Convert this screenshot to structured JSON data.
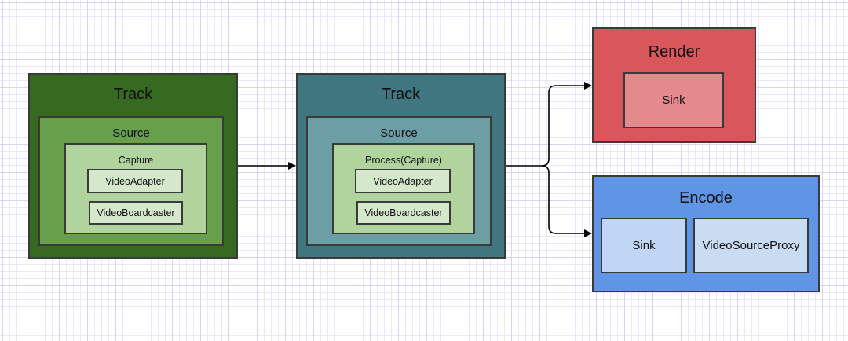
{
  "diagram": {
    "track1": {
      "title": "Track",
      "source": {
        "title": "Source",
        "inner": {
          "title": "Capture",
          "items": [
            "VideoAdapter",
            "VideoBoardcaster"
          ]
        }
      }
    },
    "track2": {
      "title": "Track",
      "source": {
        "title": "Source",
        "inner": {
          "title": "Process(Capture)",
          "items": [
            "VideoAdapter",
            "VideoBoardcaster"
          ]
        }
      }
    },
    "render": {
      "title": "Render",
      "items": [
        "Sink"
      ]
    },
    "encode": {
      "title": "Encode",
      "items": [
        "Sink",
        "VideoSourceProxy"
      ]
    },
    "edges": [
      {
        "from": "track1",
        "to": "track2"
      },
      {
        "from": "track2",
        "to": "render"
      },
      {
        "from": "track2",
        "to": "encode"
      }
    ],
    "colors": {
      "track1_outer": "#356a20",
      "track1_source": "#679f4b",
      "capture_fill": "#b1d49e",
      "item_fill": "#d6e8cc",
      "track2_outer": "#3f7680",
      "track2_source": "#6c9ea6",
      "render_outer": "#d9575a",
      "render_sink": "#e58a8c",
      "encode_outer": "#6095e6",
      "encode_sink": "#c0d6f4",
      "encode_proxy": "#c9dcf1",
      "stroke": "#3a3a3a",
      "edge": "#000000"
    }
  }
}
